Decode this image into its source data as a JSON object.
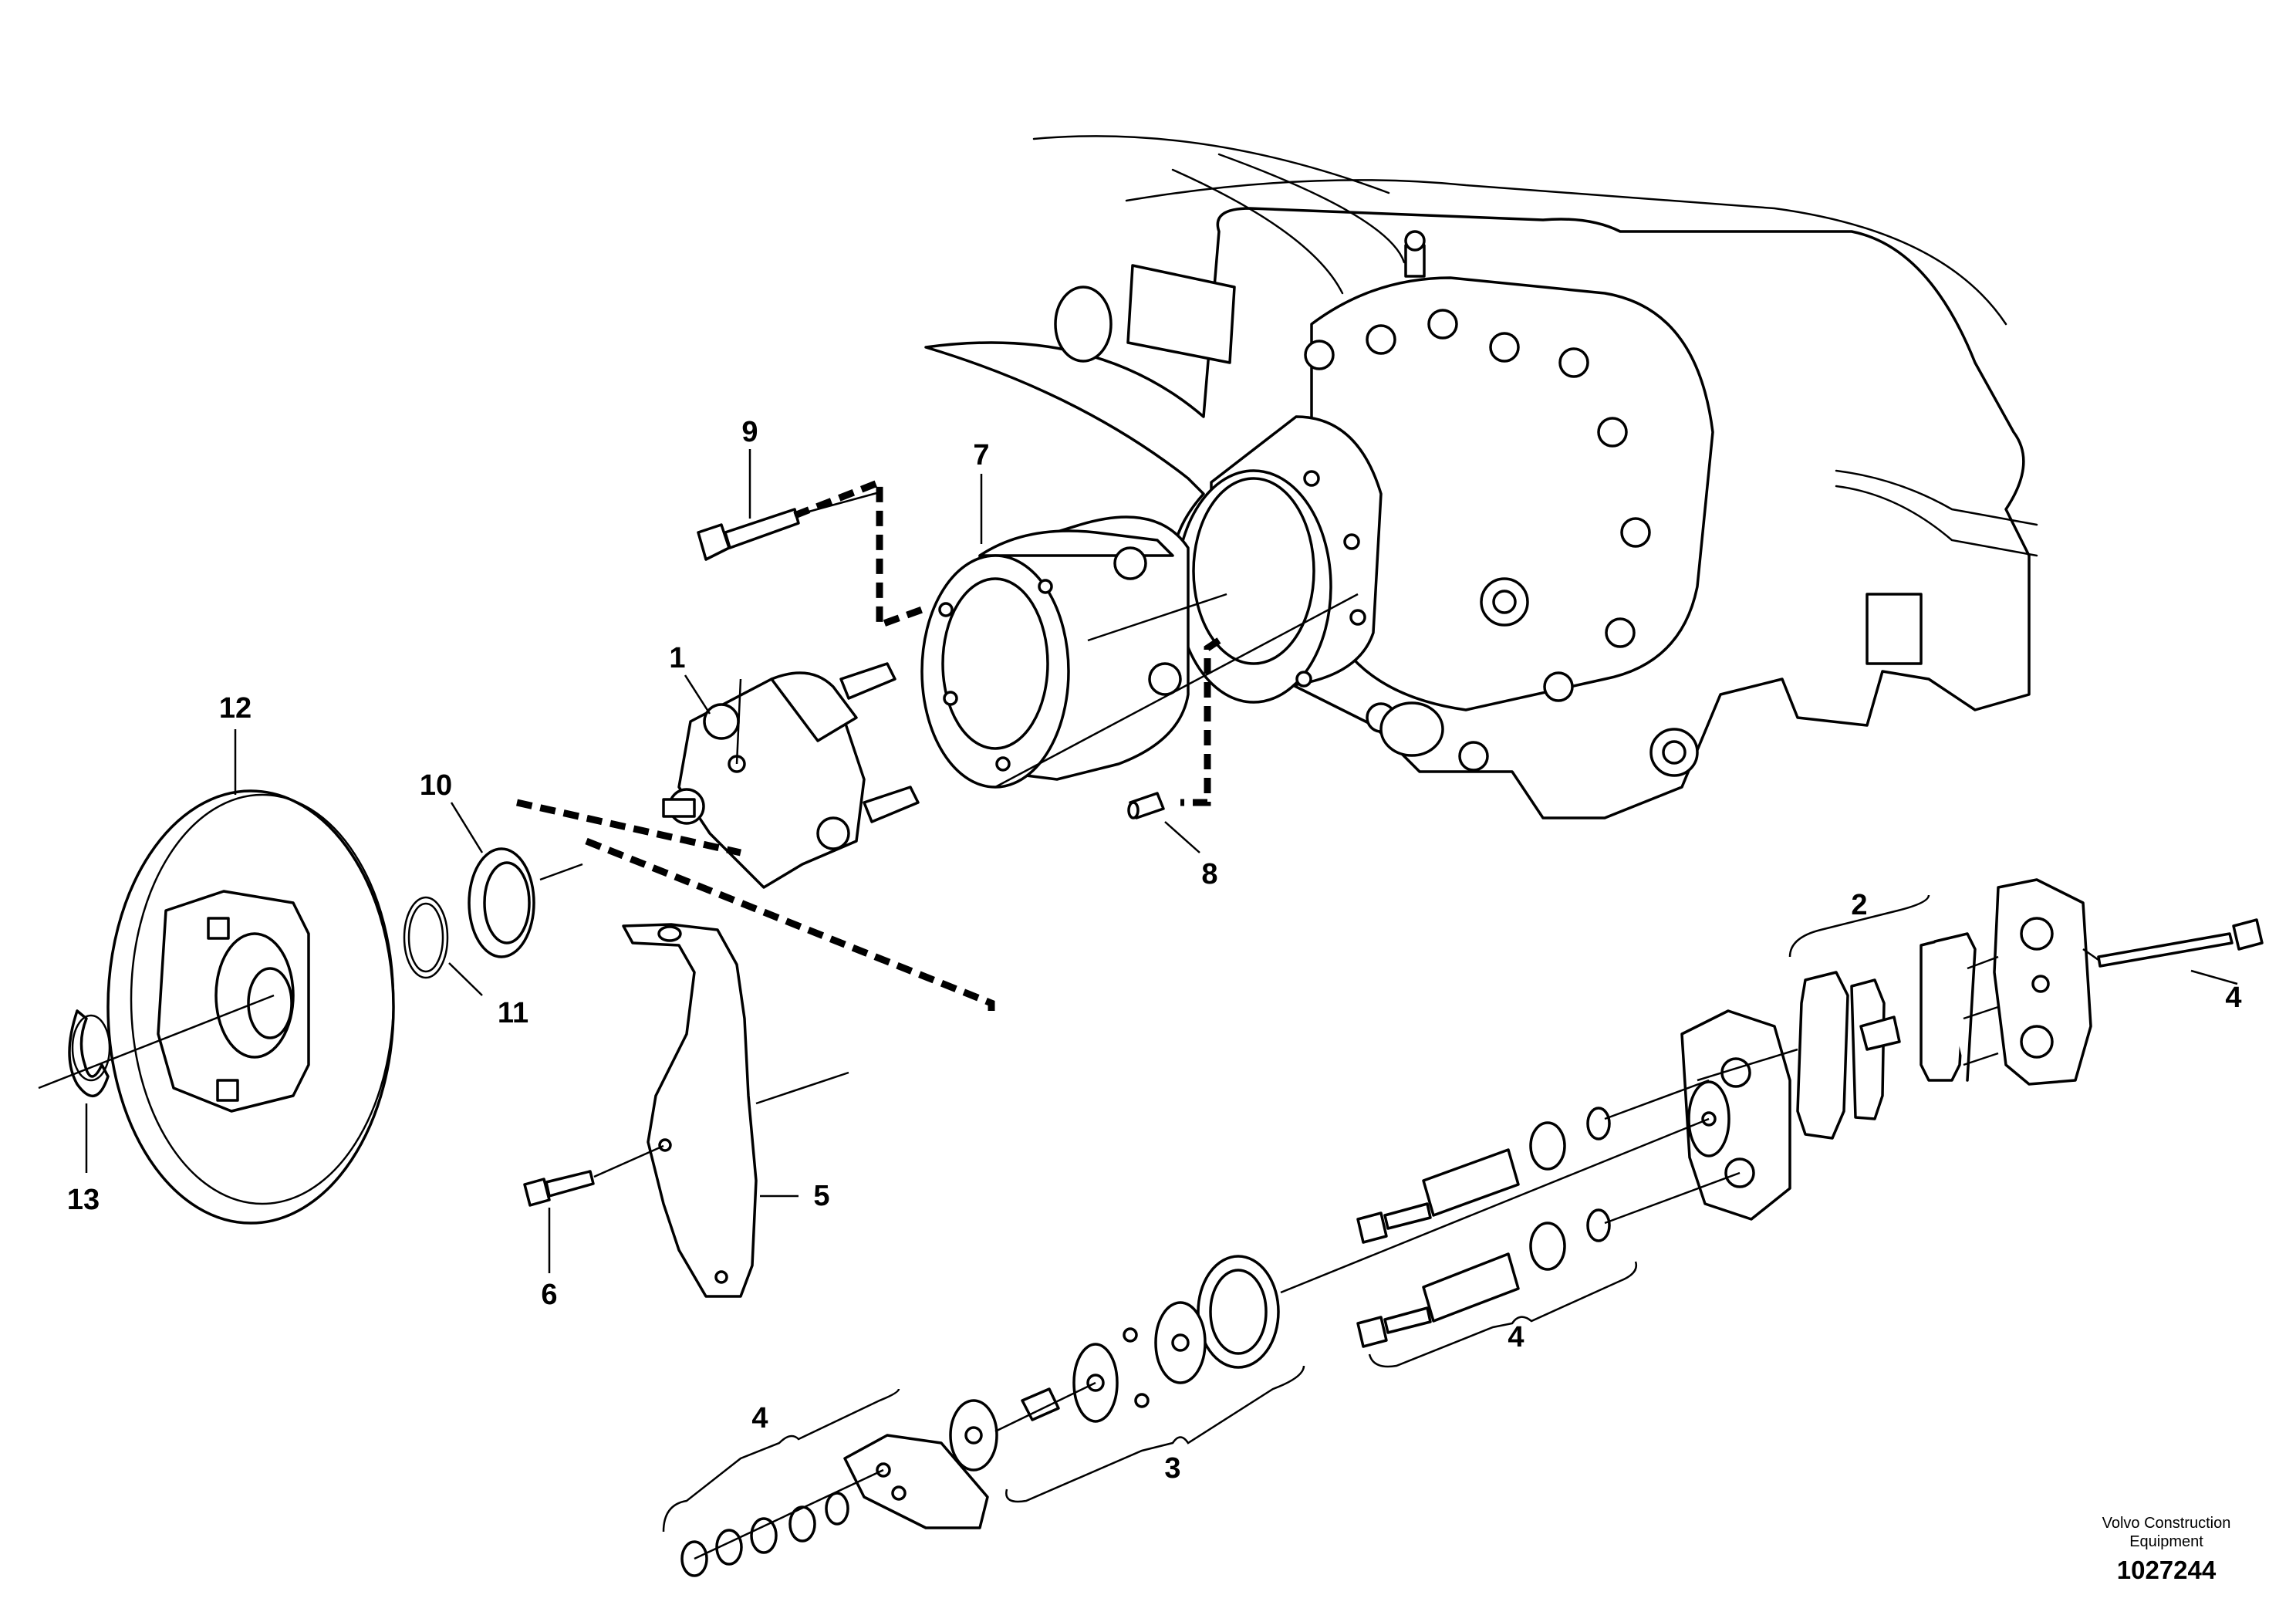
{
  "diagram": {
    "callouts": [
      {
        "id": "c1",
        "label": "1"
      },
      {
        "id": "c2",
        "label": "2"
      },
      {
        "id": "c3",
        "label": "3"
      },
      {
        "id": "c4a",
        "label": "4"
      },
      {
        "id": "c4b",
        "label": "4"
      },
      {
        "id": "c4c",
        "label": "4"
      },
      {
        "id": "c5",
        "label": "5"
      },
      {
        "id": "c6",
        "label": "6"
      },
      {
        "id": "c7",
        "label": "7"
      },
      {
        "id": "c8",
        "label": "8"
      },
      {
        "id": "c9",
        "label": "9"
      },
      {
        "id": "c10",
        "label": "10"
      },
      {
        "id": "c11",
        "label": "11"
      },
      {
        "id": "c12",
        "label": "12"
      },
      {
        "id": "c13",
        "label": "13"
      }
    ],
    "credit_line1": "Volvo Construction",
    "credit_line2": "Equipment",
    "document_number": "1027244"
  }
}
